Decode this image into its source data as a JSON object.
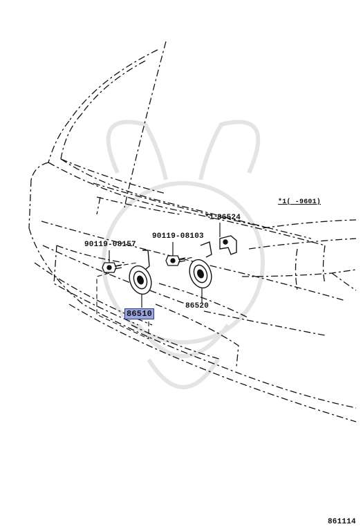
{
  "parts": {
    "bolt_left": "90119-08157",
    "bolt_right": "90119-08103",
    "horn_low": "86510",
    "horn_high": "86520",
    "bracket": "86524",
    "bracket_mark": "*1"
  },
  "note": "*1(    -9601)",
  "diagram_number": "861114",
  "colors": {
    "highlight": "#9aa6e0",
    "line": "#111111",
    "watermark": "#e6e6e6"
  }
}
